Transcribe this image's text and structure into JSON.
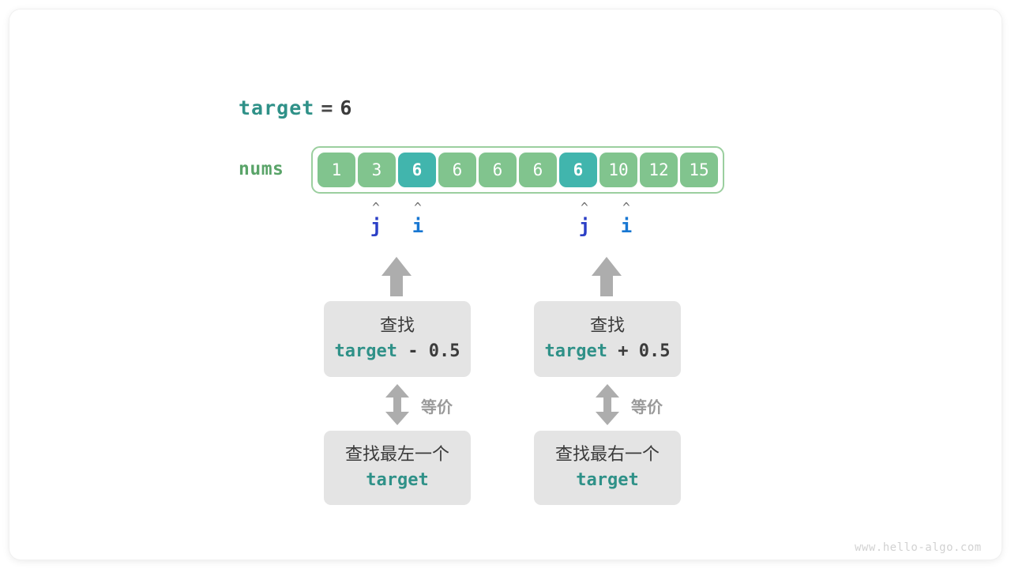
{
  "diagram": {
    "target_line": {
      "name": "target",
      "operator": "=",
      "value": "6"
    },
    "array": {
      "label": "nums",
      "cells": [
        {
          "value": "1",
          "highlight": false
        },
        {
          "value": "3",
          "highlight": false
        },
        {
          "value": "6",
          "highlight": true
        },
        {
          "value": "6",
          "highlight": false
        },
        {
          "value": "6",
          "highlight": false
        },
        {
          "value": "6",
          "highlight": false
        },
        {
          "value": "6",
          "highlight": true
        },
        {
          "value": "10",
          "highlight": false
        },
        {
          "value": "12",
          "highlight": false
        },
        {
          "value": "15",
          "highlight": false
        }
      ]
    },
    "pointers": [
      {
        "name": "j",
        "caret": "^",
        "index": 1,
        "group": "left"
      },
      {
        "name": "i",
        "caret": "^",
        "index": 2,
        "group": "left"
      },
      {
        "name": "j",
        "caret": "^",
        "index": 6,
        "group": "right"
      },
      {
        "name": "i",
        "caret": "^",
        "index": 7,
        "group": "right"
      }
    ],
    "branches": [
      {
        "side": "left",
        "top_box": {
          "line1": "查找",
          "keyword": "target",
          "operator": " - 0.5"
        },
        "equiv_label": "等价",
        "bottom_box": {
          "line1": "查找最左一个",
          "keyword": "target"
        }
      },
      {
        "side": "right",
        "top_box": {
          "line1": "查找",
          "keyword": "target",
          "operator": " + 0.5"
        },
        "equiv_label": "等价",
        "bottom_box": {
          "line1": "查找最右一个",
          "keyword": "target"
        }
      }
    ],
    "watermark": "www.hello-algo.com",
    "colors": {
      "cell": "#81c48e",
      "cell_highlight": "#41b5ad",
      "frame_border": "#9bcf9f",
      "keyword": "#2f9188",
      "pointer_j": "#2b3fc6",
      "pointer_i": "#1877d2",
      "arrow_gray": "#adadad",
      "box_gray": "#e4e4e4"
    }
  }
}
